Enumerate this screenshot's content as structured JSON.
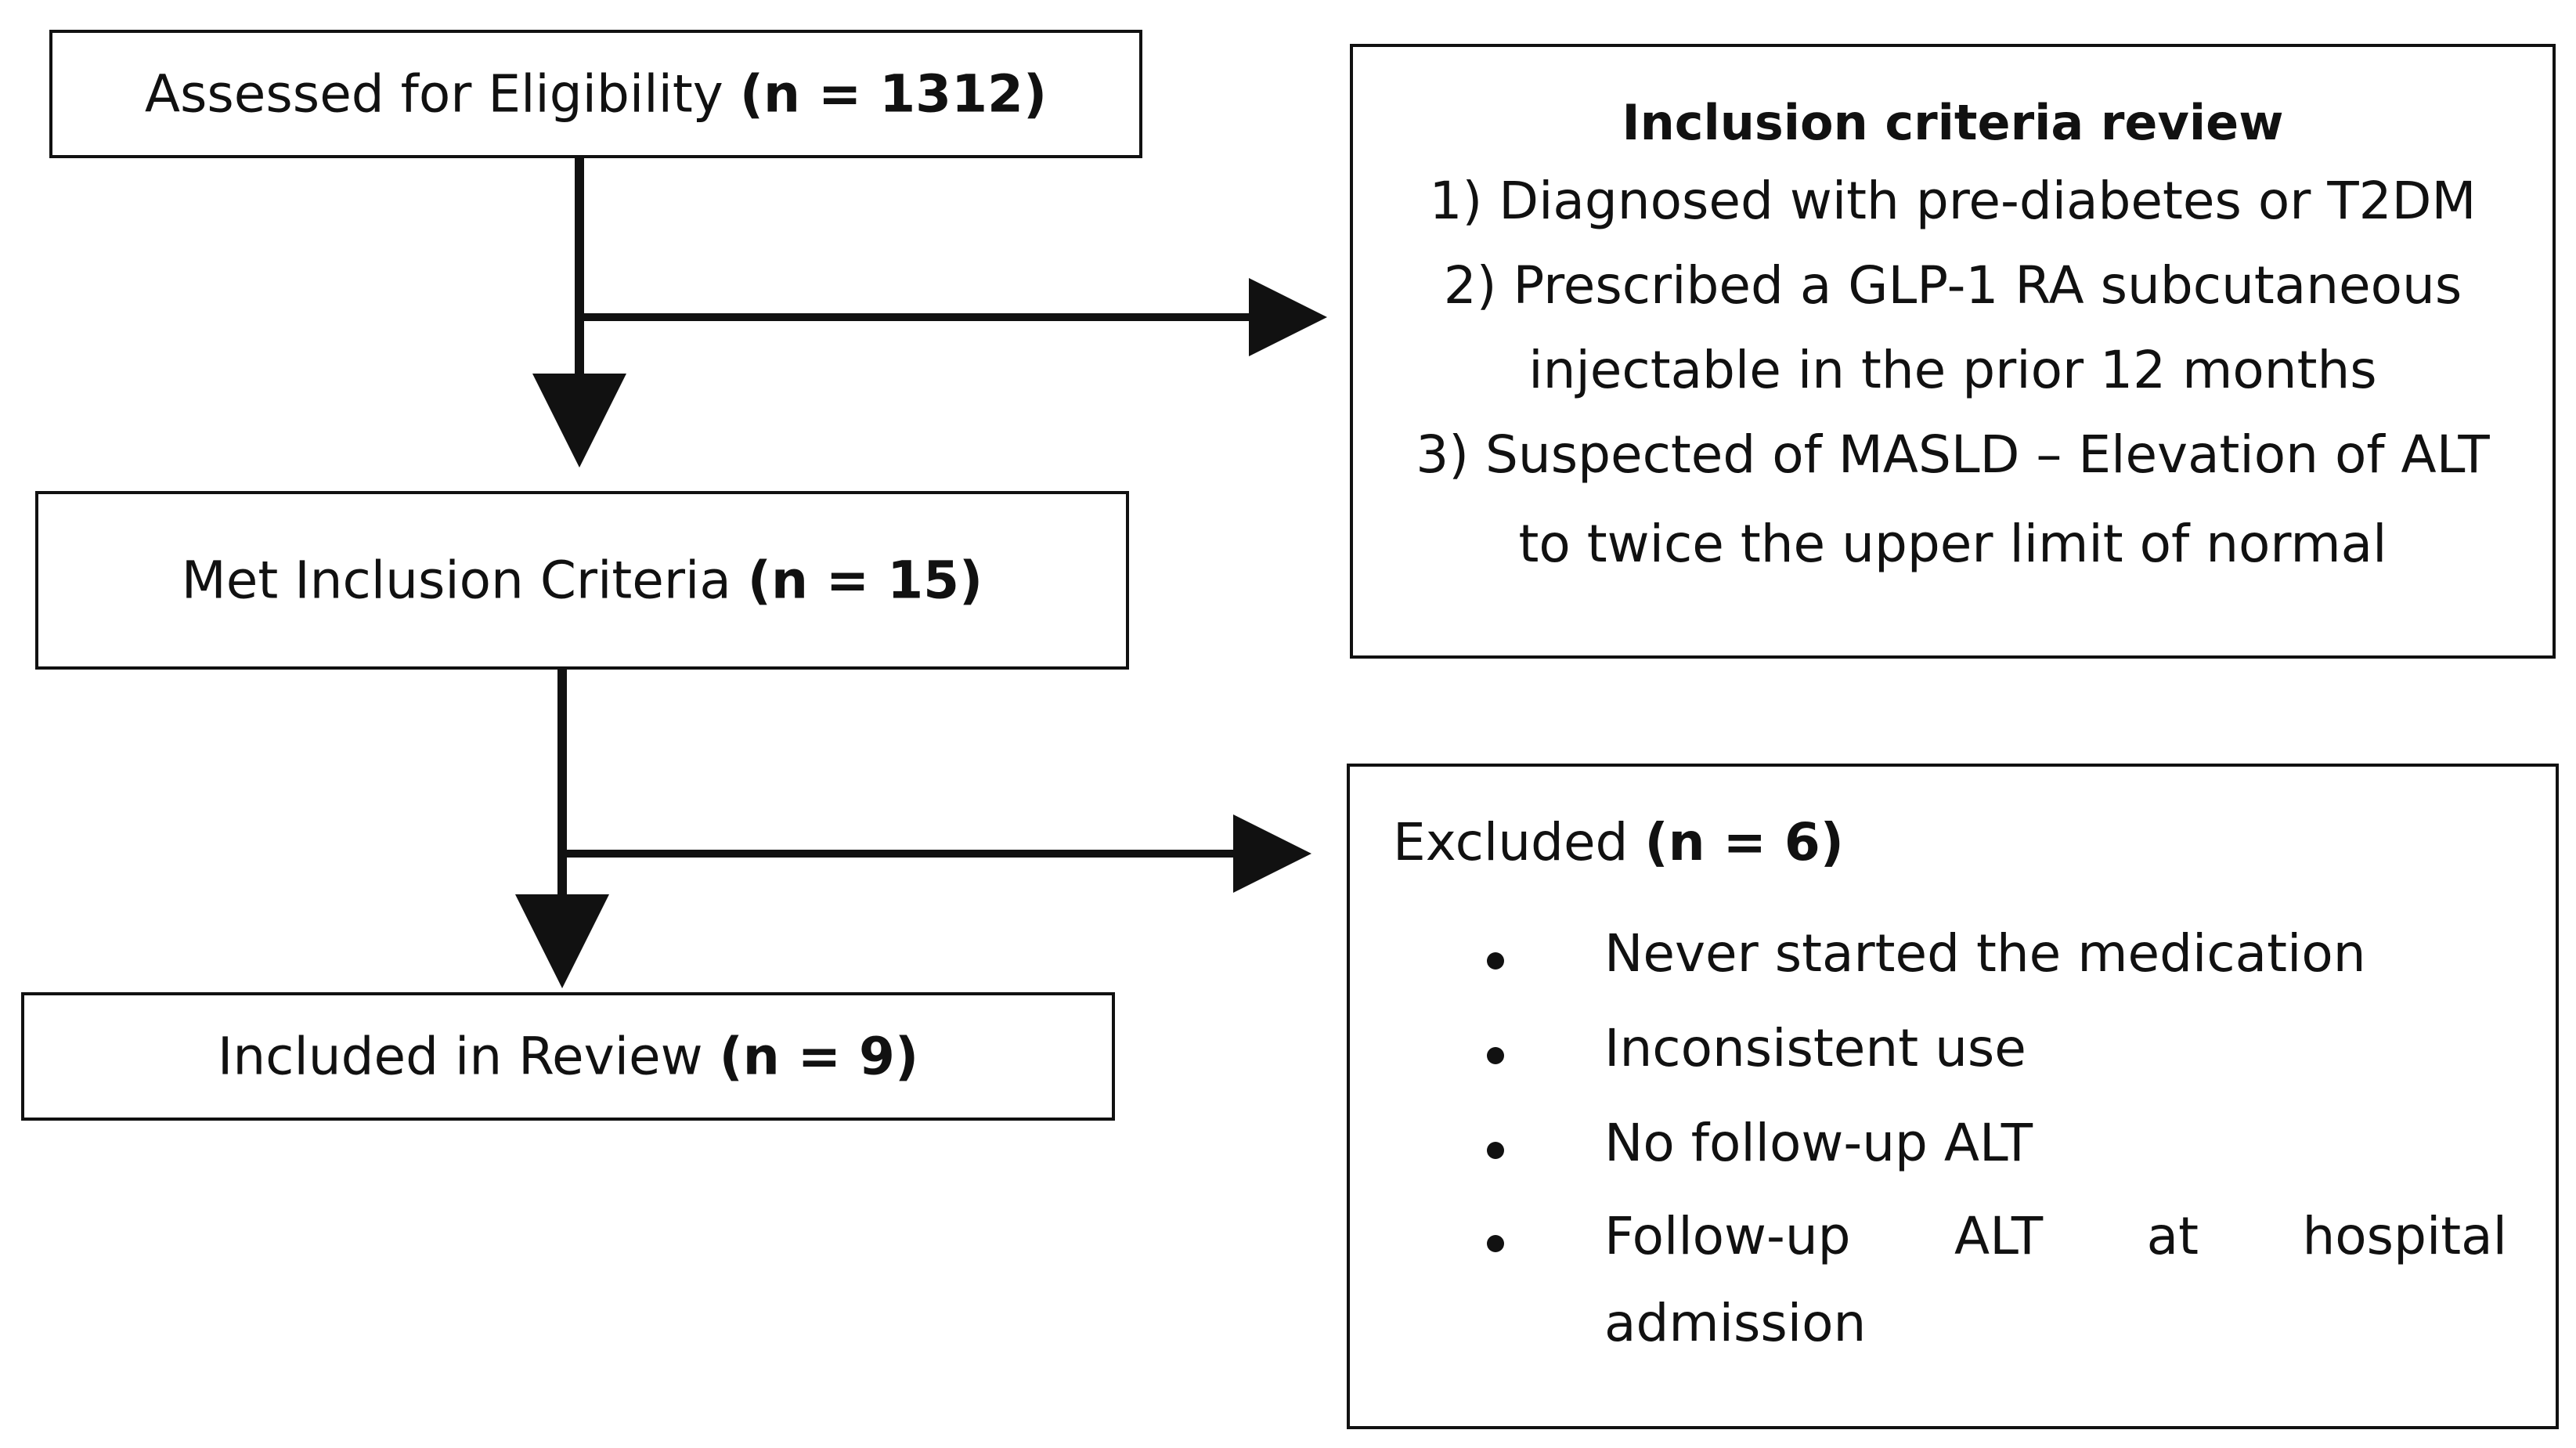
{
  "flow": {
    "assessed": {
      "label": "Assessed for Eligibility",
      "count": "(n = 1312)"
    },
    "met": {
      "label": "Met Inclusion Criteria",
      "count": "(n = 15)"
    },
    "included": {
      "label": "Included in Review",
      "count": "(n = 9)"
    }
  },
  "criteria": {
    "title": "Inclusion criteria review",
    "lines": [
      "1) Diagnosed with pre-diabetes or T2DM",
      "2) Prescribed a GLP-1 RA subcutaneous",
      "injectable in the prior 12 months",
      "3) Suspected of MASLD – Elevation of ALT",
      "to twice the upper limit of normal"
    ]
  },
  "excluded": {
    "label": "Excluded",
    "count": "(n = 6)",
    "items": [
      "Never started the medication",
      "Inconsistent use",
      "No follow-up ALT"
    ],
    "last_item_words": [
      "Follow-up",
      "ALT",
      "at",
      "hospital"
    ],
    "last_item_continuation": "admission"
  },
  "colors": {
    "line": "#111111",
    "background": "#ffffff"
  }
}
